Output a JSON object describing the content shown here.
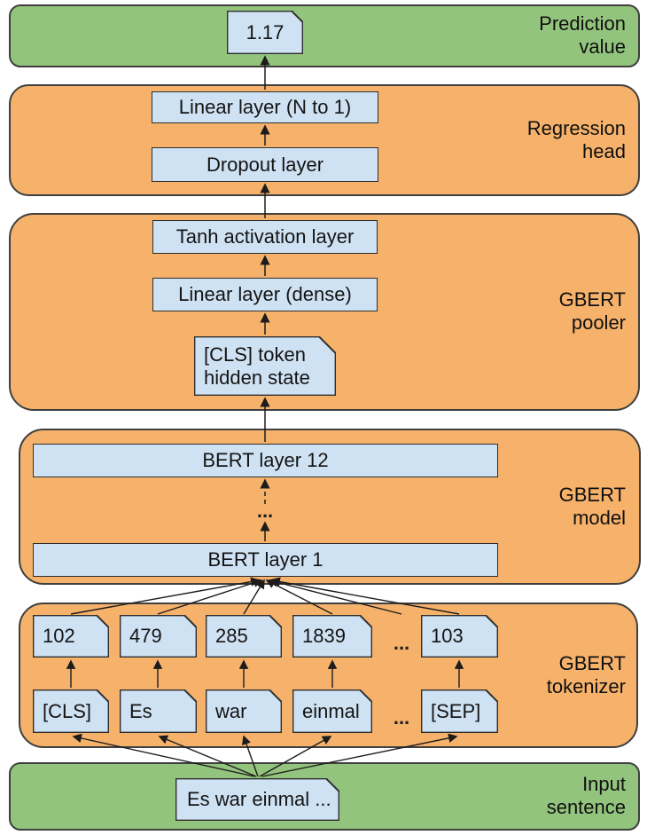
{
  "bands": {
    "prediction": {
      "label": "Prediction\nvalue"
    },
    "regression": {
      "label": "Regression\nhead"
    },
    "pooler": {
      "label": "GBERT\npooler"
    },
    "model": {
      "label": "GBERT\nmodel"
    },
    "tokenizer": {
      "label": "GBERT\ntokenizer"
    },
    "input": {
      "label": "Input\nsentence"
    }
  },
  "nodes": {
    "prediction_value": "1.17",
    "linear_n_to_1": "Linear layer (N to 1)",
    "dropout": "Dropout layer",
    "tanh": "Tanh activation layer",
    "linear_dense": "Linear layer (dense)",
    "cls_hidden": "[CLS] token\nhidden state",
    "bert_layer_12": "BERT layer 12",
    "bert_layer_1": "BERT layer 1",
    "input_sentence": "Es war einmal ..."
  },
  "tokenizer_content": {
    "token_ids": [
      "102",
      "479",
      "285",
      "1839",
      "103"
    ],
    "tokens": [
      "[CLS]",
      "Es",
      "war",
      "einmal",
      "[SEP]"
    ],
    "ellipsis": "..."
  },
  "colors": {
    "band_green": "#93c47d",
    "band_orange": "#f6b26b",
    "node_blue": "#cfe2f3",
    "outline": "#3f3f3f",
    "arrow": "#1c1c1c"
  }
}
